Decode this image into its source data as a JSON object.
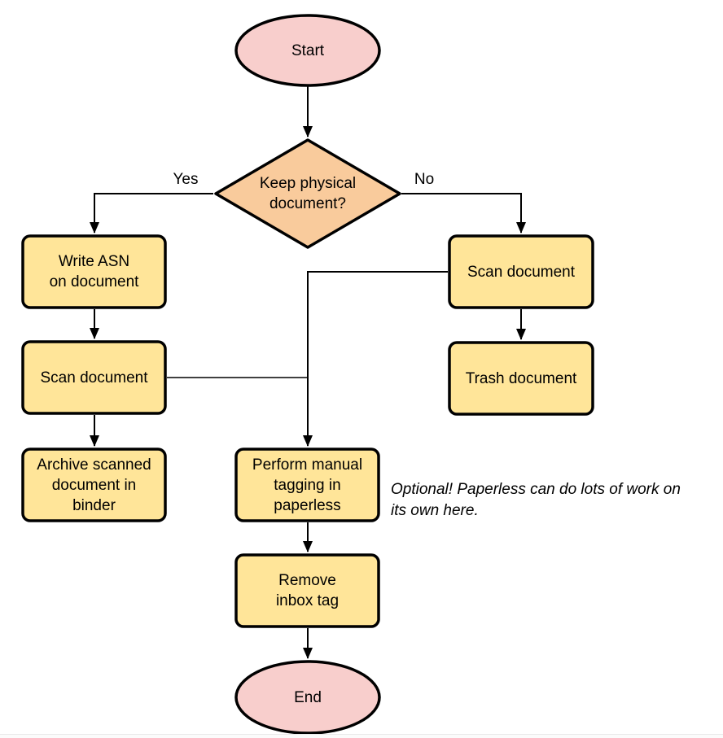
{
  "diagram": {
    "nodes": {
      "start": {
        "type": "terminator",
        "label": "Start"
      },
      "decision": {
        "type": "decision",
        "label": "Keep physical\ndocument?"
      },
      "write_asn": {
        "type": "process",
        "label": "Write ASN\non document"
      },
      "scan_left": {
        "type": "process",
        "label": "Scan document"
      },
      "archive": {
        "type": "process",
        "label": "Archive scanned\ndocument in\nbinder"
      },
      "scan_right": {
        "type": "process",
        "label": "Scan document"
      },
      "trash": {
        "type": "process",
        "label": "Trash document"
      },
      "tagging": {
        "type": "process",
        "label": "Perform manual\ntagging in\npaperless"
      },
      "remove_inbox": {
        "type": "process",
        "label": "Remove\ninbox tag"
      },
      "end": {
        "type": "terminator",
        "label": "End"
      }
    },
    "edge_labels": {
      "yes": "Yes",
      "no": "No"
    },
    "annotation": "Optional! Paperless can do lots of work on\nits own here.",
    "colors": {
      "terminator_fill": "#f8cecc",
      "decision_fill": "#f9cb9c",
      "process_fill": "#ffe599",
      "stroke": "#000000",
      "background": "#ffffff"
    }
  }
}
